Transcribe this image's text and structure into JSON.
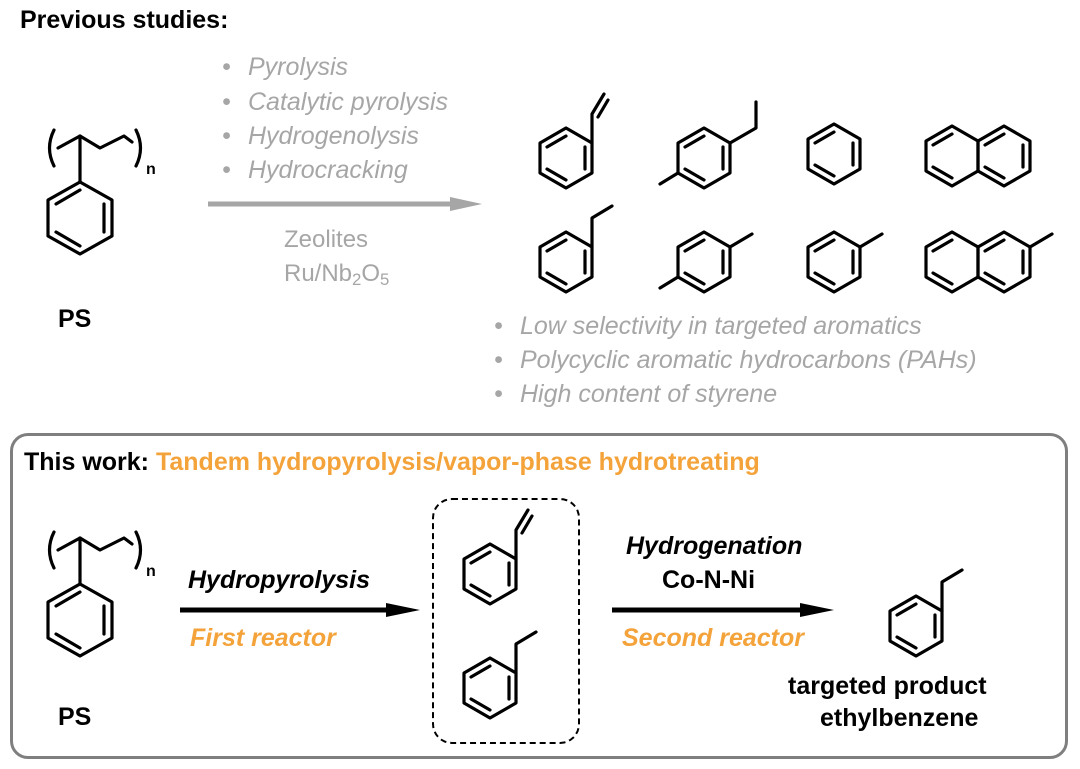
{
  "previous": {
    "heading": "Previous studies:",
    "methods": [
      "Pyrolysis",
      "Catalytic pyrolysis",
      "Hydrogenolysis",
      "Hydrocracking"
    ],
    "catalyst_1": "Zeolites",
    "catalyst_2_main": "Ru/Nb",
    "catalyst_2_sub1": "2",
    "catalyst_2_mid": "O",
    "catalyst_2_sub2": "5",
    "bullet": "•",
    "issues": [
      "Low selectivity in targeted aromatics",
      "Polycyclic aromatic hydrocarbons (PAHs)",
      "High content of styrene"
    ],
    "ps_label": "PS",
    "n_label": "n"
  },
  "this_work": {
    "label": "This work:",
    "title": "Tandem hydropyrolysis/vapor-phase hydrotreating",
    "ps_label": "PS",
    "n_label": "n",
    "step1_top": "Hydropyrolysis",
    "step1_bottom": "First reactor",
    "step2_top": "Hydrogenation",
    "step2_catalyst": "Co-N-Ni",
    "step2_bottom": "Second reactor",
    "product_line1": "targeted product",
    "product_line2": "ethylbenzene"
  },
  "colors": {
    "orange": "#f4a33b",
    "gray": "#a6a6a6",
    "frame": "#7f7f7f"
  }
}
